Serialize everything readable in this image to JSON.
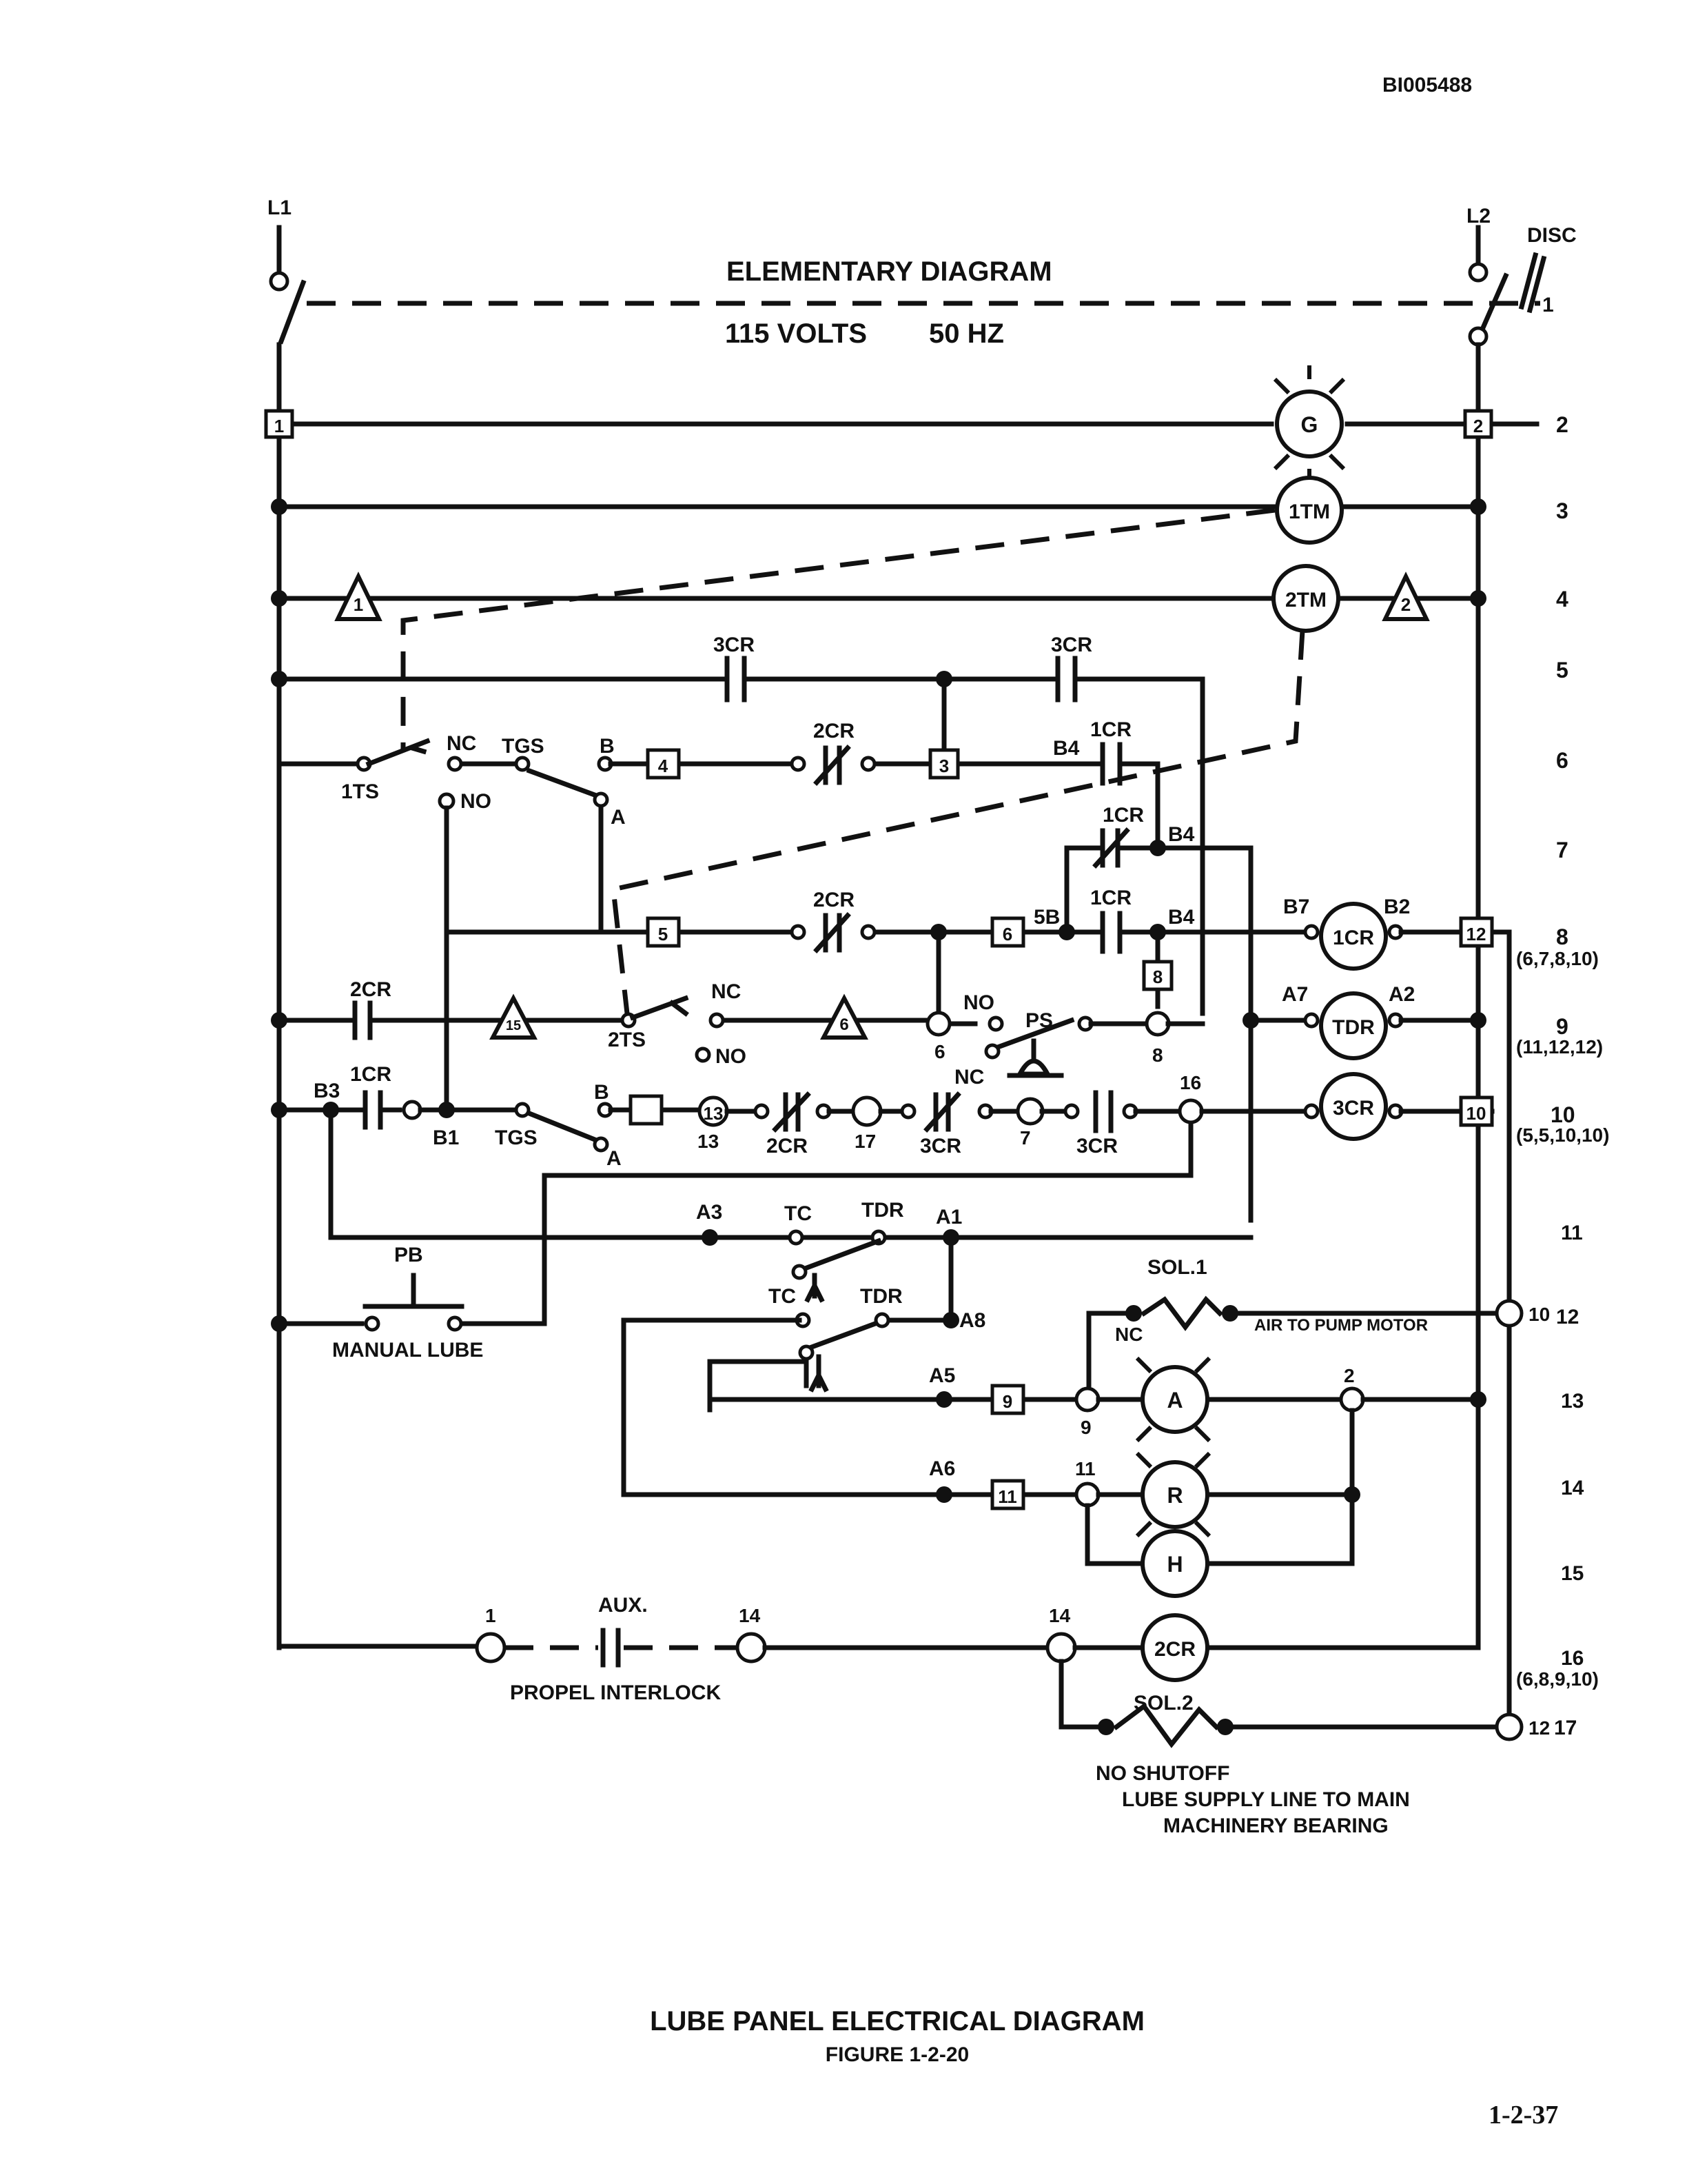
{
  "doc_id": "BI005488",
  "header": {
    "title": "ELEMENTARY DIAGRAM",
    "volts": "115 VOLTS",
    "freq": "50 HZ"
  },
  "lines": {
    "l1": "L1",
    "l2": "L2",
    "disc": "DISC",
    "disc_num": "1"
  },
  "row_numbers": [
    "2",
    "3",
    "4",
    "5",
    "6",
    "7",
    "8",
    "9",
    "10",
    "11",
    "12",
    "13",
    "14",
    "15",
    "16",
    "17"
  ],
  "row_refs": {
    "r8": "(6,7,8,10)",
    "r9": "(11,12,12)",
    "r10": "(5,5,10,10)",
    "r16": "(6,8,9,10)"
  },
  "right_terms": {
    "t12a": "10",
    "t17": "12"
  },
  "coils": {
    "g": "G",
    "tm1": "1TM",
    "tm2": "2TM",
    "cr1": "1CR",
    "tdr": "TDR",
    "cr3": "3CR",
    "a": "A",
    "r": "R",
    "h": "H",
    "cr2": "2CR"
  },
  "terminals": {
    "t1": "1",
    "t2": "2",
    "t3": "3",
    "t4": "4",
    "t5": "5",
    "t6": "6",
    "t8": "8",
    "t9": "9",
    "t10": "10",
    "t11": "11",
    "t12": "12",
    "t13": "13"
  },
  "triangles": {
    "tr1": "1",
    "tr2": "2",
    "tr15": "15",
    "tr6": "6"
  },
  "labels": {
    "cr3_a": "3CR",
    "cr3_b": "3CR",
    "cr2_r6": "2CR",
    "cr1_r6": "1CR",
    "b4_r6": "B4",
    "nc_r6": "NC",
    "tgs_r6": "TGS",
    "b_r6": "B",
    "ts1": "1TS",
    "no_r6": "NO",
    "a_r6": "A",
    "cr1_r7": "1CR",
    "b4_r7": "B4",
    "cr2_r8": "2CR",
    "sb5": "5B",
    "cr1_r8": "1CR",
    "b4_r8": "B4",
    "b7": "B7",
    "b2": "B2",
    "cr2_r9": "2CR",
    "nc_r9": "NC",
    "ts2": "2TS",
    "no_r9": "NO",
    "no_r9b": "NO",
    "ps": "PS",
    "n6": "6",
    "n8": "8",
    "nc_ps": "NC",
    "a7": "A7",
    "a2": "A2",
    "b3": "B3",
    "cr1_r10": "1CR",
    "b1": "B1",
    "tgs_r10": "TGS",
    "b_r10": "B",
    "a_r10": "A",
    "n13": "13",
    "cr2_r10": "2CR",
    "n17": "17",
    "cr3_r10a": "3CR",
    "n7": "7",
    "cr3_r10b": "3CR",
    "n16": "16",
    "a3": "A3",
    "tc1": "TC",
    "tdr1": "TDR",
    "a1": "A1",
    "pb": "PB",
    "sol1": "SOL.1",
    "tc2": "TC",
    "tdr2": "TDR",
    "a8": "A8",
    "nc_sol": "NC",
    "air": "AIR TO PUMP MOTOR",
    "manual": "MANUAL LUBE",
    "a5": "A5",
    "n9": "9",
    "n2": "2",
    "a6": "A6",
    "n11": "11",
    "p1": "1",
    "aux": "AUX.",
    "p14a": "14",
    "p14b": "14",
    "propel": "PROPEL INTERLOCK",
    "sol2": "SOL.2",
    "noshut": "NO SHUTOFF",
    "lube1": "LUBE SUPPLY LINE TO MAIN",
    "lube2": "MACHINERY BEARING"
  },
  "footer": {
    "title": "LUBE PANEL ELECTRICAL DIAGRAM",
    "figure": "FIGURE 1-2-20",
    "page": "1-2-37"
  }
}
